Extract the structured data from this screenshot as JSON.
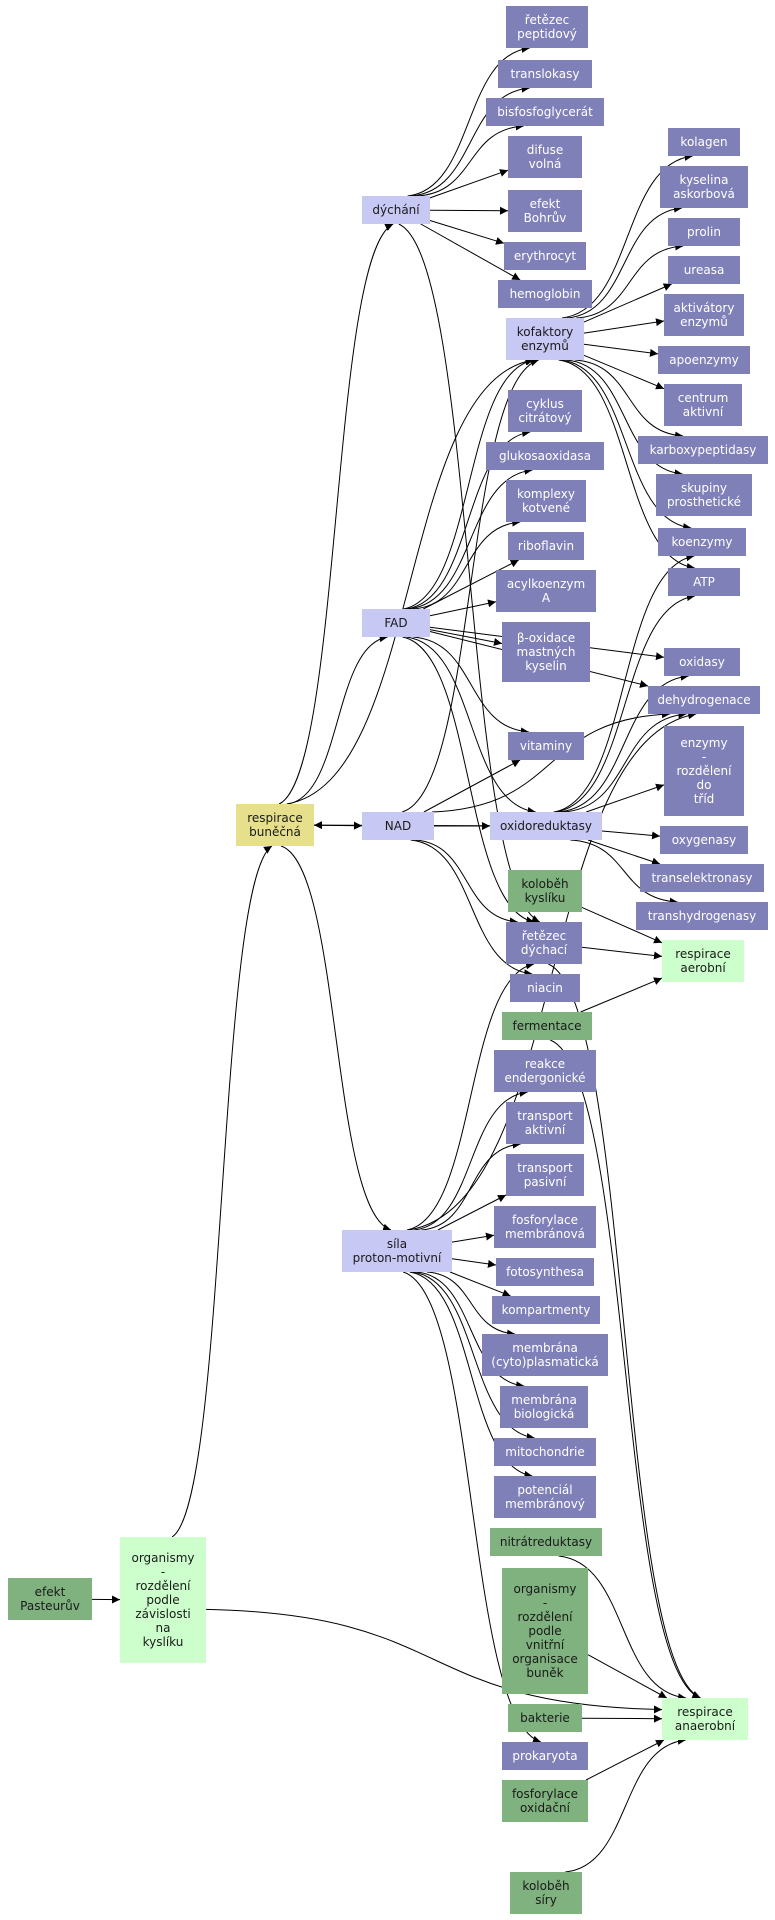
{
  "colors": {
    "root": "#e6e08c",
    "hub": "#c8c8f5",
    "concept": "#8080b8",
    "green": "#7fb27f",
    "light_green": "#ccffcc",
    "edge": "#000000",
    "dark_text": "#1a1a1a",
    "light_text": "#ffffff"
  },
  "nodes": [
    {
      "id": "respirace_bunecna",
      "label": "respirace\nbuněčná",
      "style": "root"
    },
    {
      "id": "dychani",
      "label": "dýchání",
      "style": "hub"
    },
    {
      "id": "fad",
      "label": "FAD",
      "style": "hub"
    },
    {
      "id": "nad",
      "label": "NAD",
      "style": "hub"
    },
    {
      "id": "sila",
      "label": "síla\nproton-motivní",
      "style": "hub"
    },
    {
      "id": "kofaktory",
      "label": "kofaktory\nenzymů",
      "style": "hub"
    },
    {
      "id": "oxidoreduktasy",
      "label": "oxidoreduktasy",
      "style": "hub"
    },
    {
      "id": "organismy_kysliku",
      "label": "organismy\n-\nrozdělení\npodle\nzávislosti\nna\nkyslíku",
      "style": "light_green"
    },
    {
      "id": "respirace_aerobni",
      "label": "respirace\naerobní",
      "style": "light_green"
    },
    {
      "id": "respirace_anaerobni",
      "label": "respirace\nanaerobní",
      "style": "light_green"
    },
    {
      "id": "efekt_pasteuruv",
      "label": "efekt\nPasteurův",
      "style": "green"
    },
    {
      "id": "retezec_peptidovy",
      "label": "řetězec\npeptidový",
      "style": "concept"
    },
    {
      "id": "translokasy",
      "label": "translokasy",
      "style": "concept"
    },
    {
      "id": "bisfosfoglycerat",
      "label": "bisfosfoglycerát",
      "style": "concept"
    },
    {
      "id": "difuse_volna",
      "label": "difuse\nvolná",
      "style": "concept"
    },
    {
      "id": "efekt_bohruv",
      "label": "efekt\nBohrův",
      "style": "concept"
    },
    {
      "id": "erythrocyt",
      "label": "erythrocyt",
      "style": "concept"
    },
    {
      "id": "hemoglobin",
      "label": "hemoglobin",
      "style": "concept"
    },
    {
      "id": "kolagen",
      "label": "kolagen",
      "style": "concept"
    },
    {
      "id": "kyselina_askorbova",
      "label": "kyselina\naskorbová",
      "style": "concept"
    },
    {
      "id": "prolin",
      "label": "prolin",
      "style": "concept"
    },
    {
      "id": "ureasa",
      "label": "ureasa",
      "style": "concept"
    },
    {
      "id": "aktivatory_enzymu",
      "label": "aktivátory\nenzymů",
      "style": "concept"
    },
    {
      "id": "apoenzymy",
      "label": "apoenzymy",
      "style": "concept"
    },
    {
      "id": "centrum_aktivni",
      "label": "centrum\naktivní",
      "style": "concept"
    },
    {
      "id": "karboxypeptidasy",
      "label": "karboxypeptidasy",
      "style": "concept"
    },
    {
      "id": "skupiny_prostheticke",
      "label": "skupiny\nprosthetické",
      "style": "concept"
    },
    {
      "id": "koenzymy",
      "label": "koenzymy",
      "style": "concept"
    },
    {
      "id": "atp",
      "label": "ATP",
      "style": "concept"
    },
    {
      "id": "cyklus_citratovy",
      "label": "cyklus\ncitrátový",
      "style": "concept"
    },
    {
      "id": "glukosaoxidasa",
      "label": "glukosaoxidasa",
      "style": "concept"
    },
    {
      "id": "komplexy_kotvene",
      "label": "komplexy\nkotvené",
      "style": "concept"
    },
    {
      "id": "riboflavin",
      "label": "riboflavin",
      "style": "concept"
    },
    {
      "id": "acylkoenzym_a",
      "label": "acylkoenzym\nA",
      "style": "concept"
    },
    {
      "id": "beta_oxidace",
      "label": "β-oxidace\nmastných\nkyselin",
      "style": "concept"
    },
    {
      "id": "oxidasy",
      "label": "oxidasy",
      "style": "concept"
    },
    {
      "id": "dehydrogenace",
      "label": "dehydrogenace",
      "style": "concept"
    },
    {
      "id": "enzymy_rozdeleni",
      "label": "enzymy\n-\nrozdělení\ndo\ntříd",
      "style": "concept"
    },
    {
      "id": "vitaminy",
      "label": "vitaminy",
      "style": "concept"
    },
    {
      "id": "oxygenasy",
      "label": "oxygenasy",
      "style": "concept"
    },
    {
      "id": "transelektronasy",
      "label": "transelektronasy",
      "style": "concept"
    },
    {
      "id": "transhydrogenasy",
      "label": "transhydrogenasy",
      "style": "concept"
    },
    {
      "id": "kolobeh_kysliku",
      "label": "koloběh\nkyslíku",
      "style": "green"
    },
    {
      "id": "retezec_dychaci",
      "label": "řetězec\ndýchací",
      "style": "concept"
    },
    {
      "id": "niacin",
      "label": "niacin",
      "style": "concept"
    },
    {
      "id": "fermentace",
      "label": "fermentace",
      "style": "green"
    },
    {
      "id": "reakce_endergonicke",
      "label": "reakce\nendergonické",
      "style": "concept"
    },
    {
      "id": "transport_aktivni",
      "label": "transport\naktivní",
      "style": "concept"
    },
    {
      "id": "transport_pasivni",
      "label": "transport\npasivní",
      "style": "concept"
    },
    {
      "id": "fosforylace_membranova",
      "label": "fosforylace\nmembránová",
      "style": "concept"
    },
    {
      "id": "fotosynthesa",
      "label": "fotosynthesa",
      "style": "concept"
    },
    {
      "id": "kompartmenty",
      "label": "kompartmenty",
      "style": "concept"
    },
    {
      "id": "membrana_cyto",
      "label": "membrána\n(cyto)plasmatická",
      "style": "concept"
    },
    {
      "id": "membrana_biologicka",
      "label": "membrána\nbiologická",
      "style": "concept"
    },
    {
      "id": "mitochondrie",
      "label": "mitochondrie",
      "style": "concept"
    },
    {
      "id": "potencial_membranovy",
      "label": "potenciál\nmembránový",
      "style": "concept"
    },
    {
      "id": "nitratreduktasy",
      "label": "nitrátreduktasy",
      "style": "green"
    },
    {
      "id": "organismy_organisace",
      "label": "organismy\n-\nrozdělení\npodle\nvnitřní\norganisace\nbuněk",
      "style": "green"
    },
    {
      "id": "bakterie",
      "label": "bakterie",
      "style": "green"
    },
    {
      "id": "prokaryota",
      "label": "prokaryota",
      "style": "concept"
    },
    {
      "id": "fosforylace_oxidacni",
      "label": "fosforylace\noxidační",
      "style": "green"
    },
    {
      "id": "kolobeh_siry",
      "label": "koloběh\nsíry",
      "style": "green"
    }
  ],
  "edges": [
    [
      "respirace_bunecna",
      "dychani"
    ],
    [
      "respirace_bunecna",
      "fad"
    ],
    [
      "respirace_bunecna",
      "nad"
    ],
    [
      "respirace_bunecna",
      "sila"
    ],
    [
      "respirace_bunecna",
      "kofaktory"
    ],
    [
      "dychani",
      "retezec_peptidovy"
    ],
    [
      "dychani",
      "translokasy"
    ],
    [
      "dychani",
      "bisfosfoglycerat"
    ],
    [
      "dychani",
      "difuse_volna"
    ],
    [
      "dychani",
      "efekt_bohruv"
    ],
    [
      "dychani",
      "erythrocyt"
    ],
    [
      "dychani",
      "hemoglobin"
    ],
    [
      "dychani",
      "retezec_dychaci"
    ],
    [
      "kofaktory",
      "kolagen"
    ],
    [
      "kofaktory",
      "kyselina_askorbova"
    ],
    [
      "kofaktory",
      "prolin"
    ],
    [
      "kofaktory",
      "ureasa"
    ],
    [
      "kofaktory",
      "aktivatory_enzymu"
    ],
    [
      "kofaktory",
      "apoenzymy"
    ],
    [
      "kofaktory",
      "centrum_aktivni"
    ],
    [
      "kofaktory",
      "karboxypeptidasy"
    ],
    [
      "kofaktory",
      "skupiny_prostheticke"
    ],
    [
      "kofaktory",
      "koenzymy"
    ],
    [
      "kofaktory",
      "atp"
    ],
    [
      "fad",
      "kofaktory"
    ],
    [
      "fad",
      "cyklus_citratovy"
    ],
    [
      "fad",
      "glukosaoxidasa"
    ],
    [
      "fad",
      "komplexy_kotvene"
    ],
    [
      "fad",
      "riboflavin"
    ],
    [
      "fad",
      "acylkoenzym_a"
    ],
    [
      "fad",
      "beta_oxidace"
    ],
    [
      "fad",
      "oxidasy"
    ],
    [
      "fad",
      "dehydrogenace"
    ],
    [
      "fad",
      "vitaminy"
    ],
    [
      "fad",
      "oxidoreduktasy"
    ],
    [
      "fad",
      "retezec_dychaci"
    ],
    [
      "nad",
      "oxidoreduktasy"
    ],
    [
      "nad",
      "vitaminy"
    ],
    [
      "nad",
      "retezec_dychaci"
    ],
    [
      "nad",
      "niacin"
    ],
    [
      "nad",
      "dehydrogenace"
    ],
    [
      "nad",
      "kofaktory"
    ],
    [
      "oxidoreduktasy",
      "respirace_bunecna"
    ],
    [
      "oxidoreduktasy",
      "oxidasy"
    ],
    [
      "oxidoreduktasy",
      "dehydrogenace"
    ],
    [
      "oxidoreduktasy",
      "enzymy_rozdeleni"
    ],
    [
      "oxidoreduktasy",
      "oxygenasy"
    ],
    [
      "oxidoreduktasy",
      "transelektronasy"
    ],
    [
      "oxidoreduktasy",
      "transhydrogenasy"
    ],
    [
      "oxidoreduktasy",
      "koenzymy"
    ],
    [
      "oxidoreduktasy",
      "atp"
    ],
    [
      "kolobeh_kysliku",
      "respirace_aerobni"
    ],
    [
      "retezec_dychaci",
      "respirace_aerobni"
    ],
    [
      "retezec_dychaci",
      "respirace_anaerobni"
    ],
    [
      "fermentace",
      "respirace_aerobni"
    ],
    [
      "fermentace",
      "respirace_anaerobni"
    ],
    [
      "sila",
      "retezec_dychaci"
    ],
    [
      "sila",
      "reakce_endergonicke"
    ],
    [
      "sila",
      "transport_aktivni"
    ],
    [
      "sila",
      "transport_pasivni"
    ],
    [
      "sila",
      "fosforylace_membranova"
    ],
    [
      "sila",
      "fotosynthesa"
    ],
    [
      "sila",
      "kompartmenty"
    ],
    [
      "sila",
      "membrana_cyto"
    ],
    [
      "sila",
      "membrana_biologicka"
    ],
    [
      "sila",
      "mitochondrie"
    ],
    [
      "sila",
      "potencial_membranovy"
    ],
    [
      "sila",
      "prokaryota"
    ],
    [
      "sila",
      "dehydrogenace"
    ],
    [
      "efekt_pasteuruv",
      "organismy_kysliku"
    ],
    [
      "organismy_kysliku",
      "respirace_bunecna"
    ],
    [
      "organismy_kysliku",
      "respirace_anaerobni"
    ],
    [
      "nitratreduktasy",
      "respirace_anaerobni"
    ],
    [
      "organismy_organisace",
      "respirace_anaerobni"
    ],
    [
      "bakterie",
      "respirace_anaerobni"
    ],
    [
      "fosforylace_oxidacni",
      "respirace_anaerobni"
    ],
    [
      "kolobeh_siry",
      "respirace_anaerobni"
    ]
  ]
}
